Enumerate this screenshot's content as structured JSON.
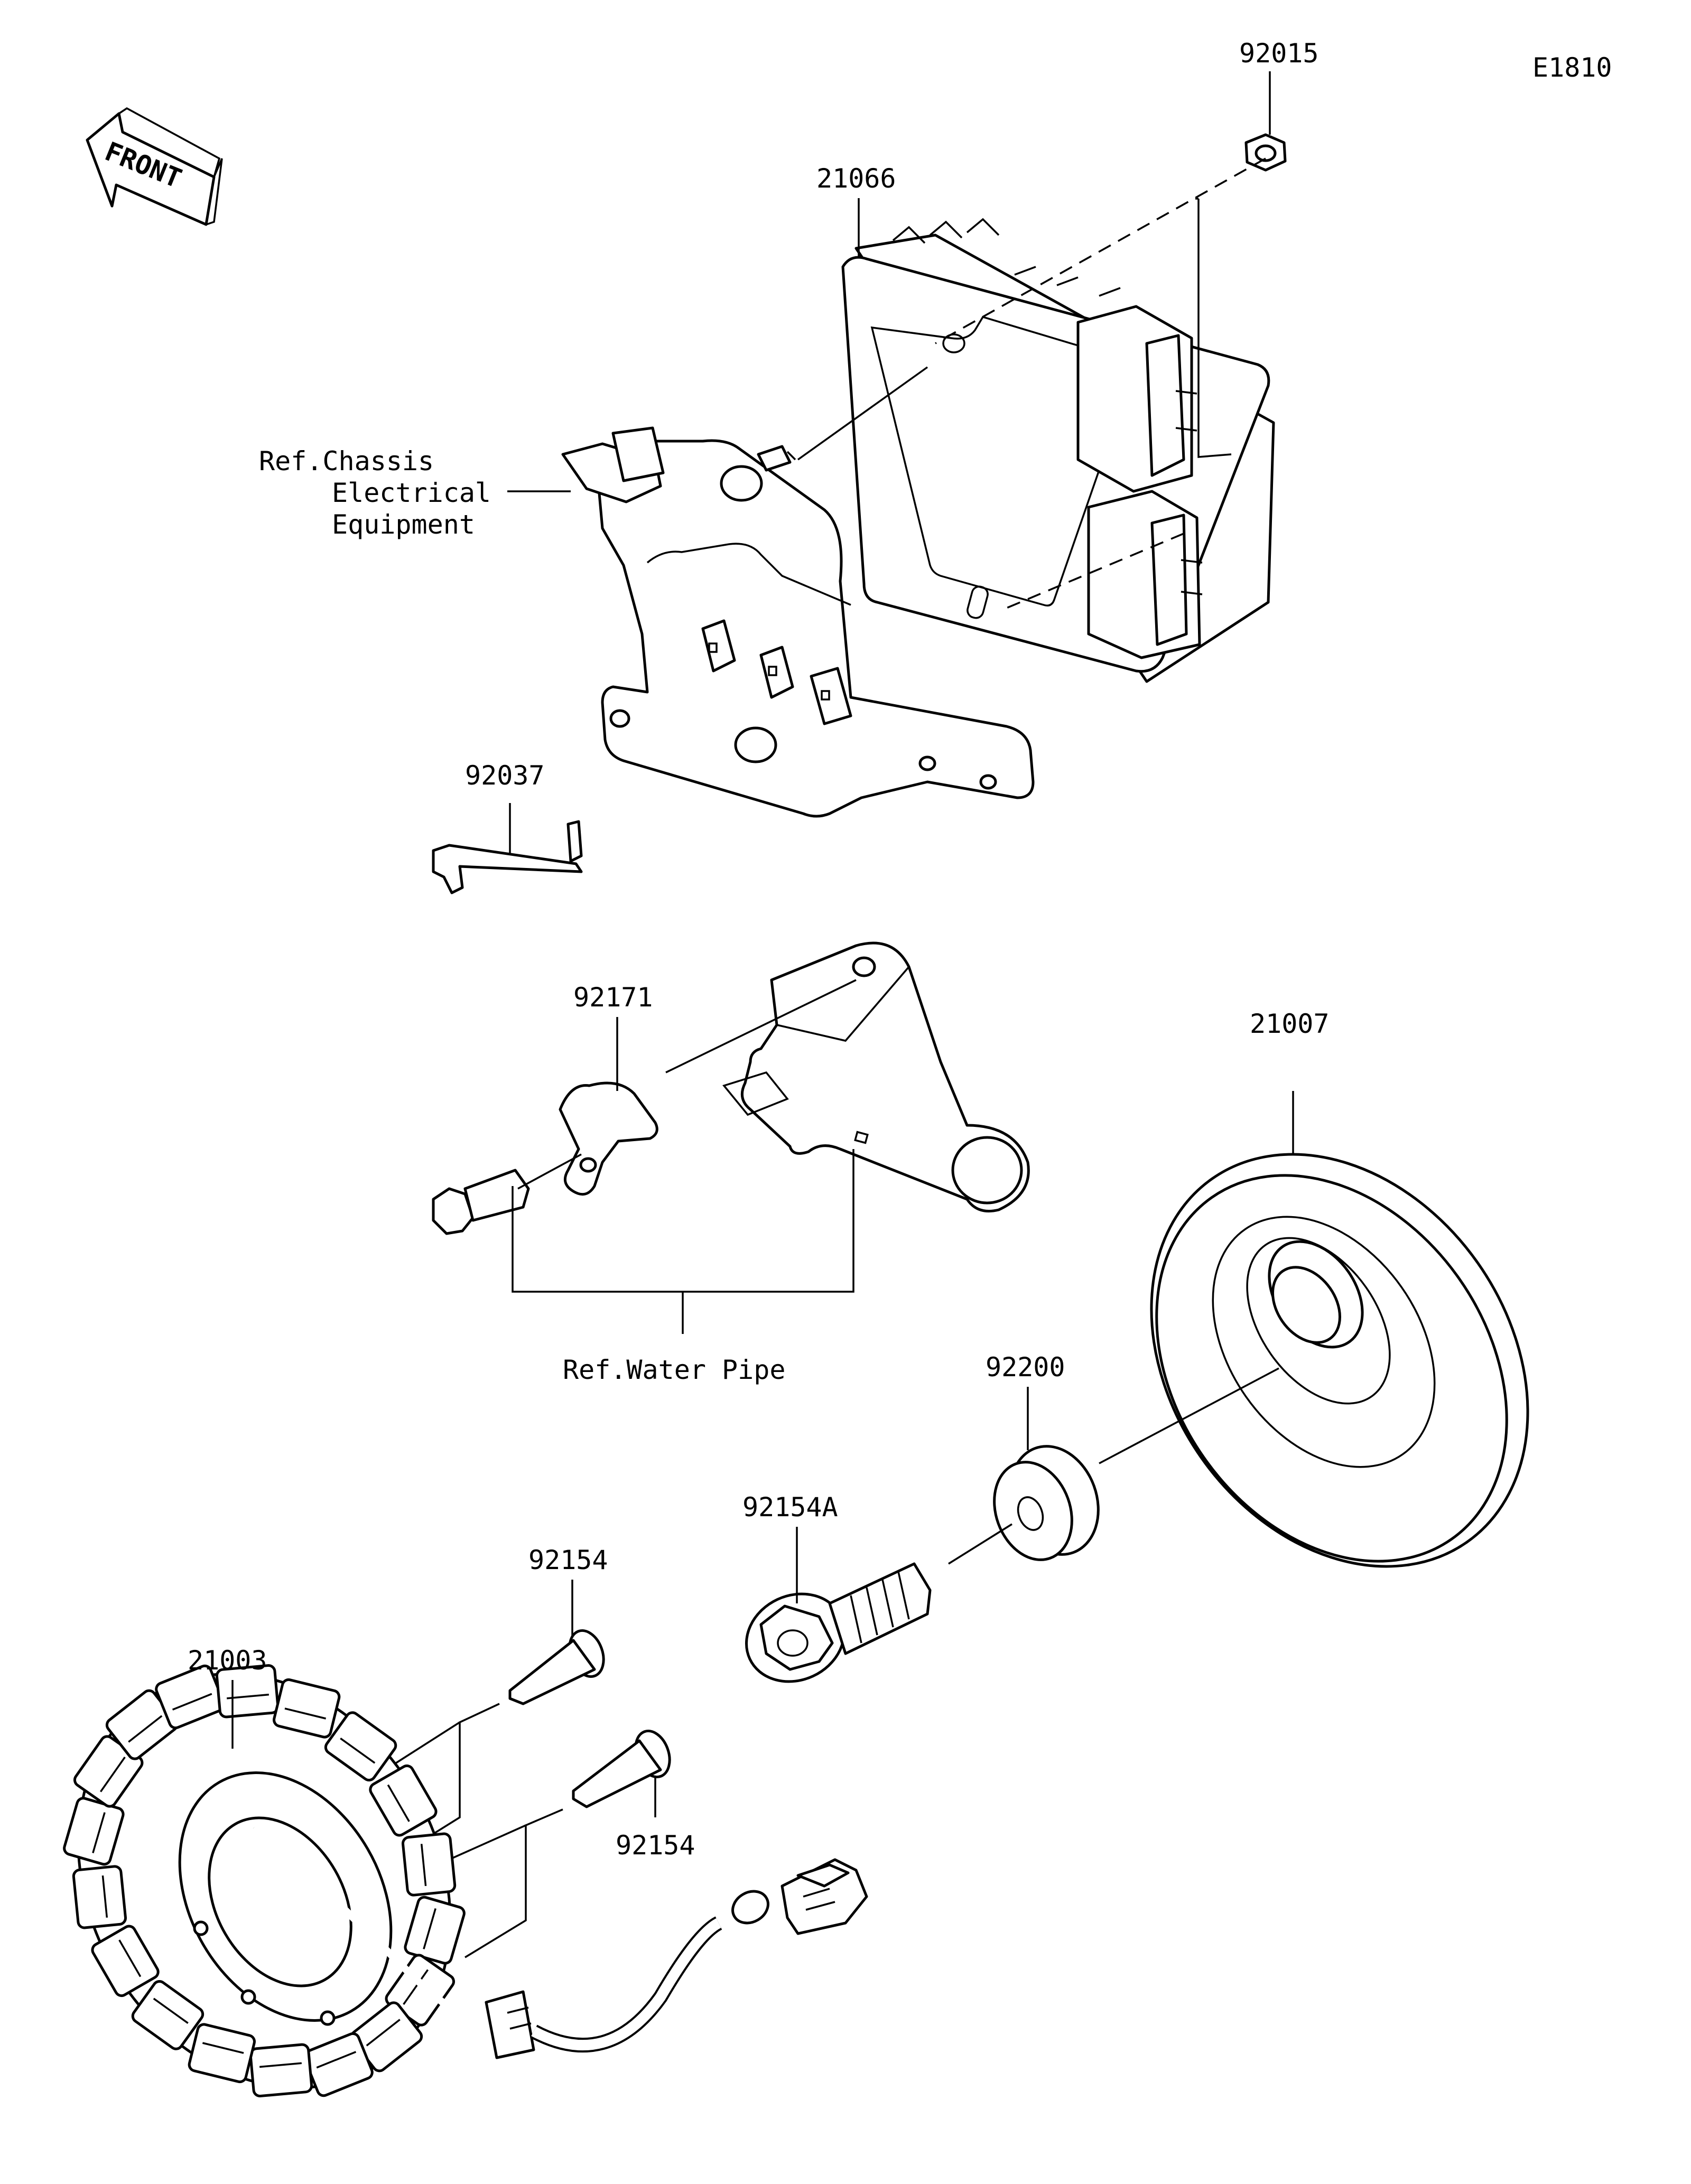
{
  "diagram_code": "E1810",
  "front_label": "FRONT",
  "parts": {
    "p92015": "92015",
    "p21066": "21066",
    "p92037": "92037",
    "p92171": "92171",
    "p21007": "21007",
    "p92200": "92200",
    "p92154A": "92154A",
    "p92154_top": "92154",
    "p92154_bottom": "92154",
    "p21003": "21003"
  },
  "references": {
    "chassis_line1": "Ref.Chassis",
    "chassis_line2": "Electrical",
    "chassis_line3": "Equipment",
    "water_pipe": "Ref.Water Pipe"
  }
}
